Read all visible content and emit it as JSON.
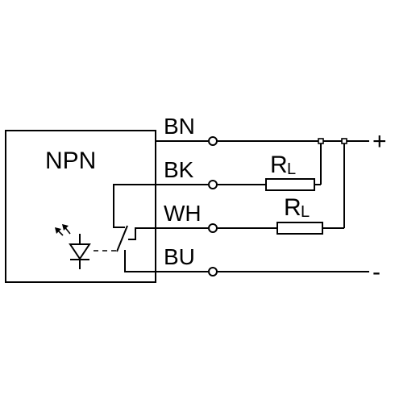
{
  "sensor": {
    "type_label": "NPN"
  },
  "wires": [
    {
      "label": "BN"
    },
    {
      "label": "BK"
    },
    {
      "label": "WH"
    },
    {
      "label": "BU"
    }
  ],
  "loads": [
    {
      "symbol": "R",
      "subscript": "L"
    },
    {
      "symbol": "R",
      "subscript": "L"
    }
  ],
  "supply": {
    "positive": "+",
    "negative": "-"
  }
}
